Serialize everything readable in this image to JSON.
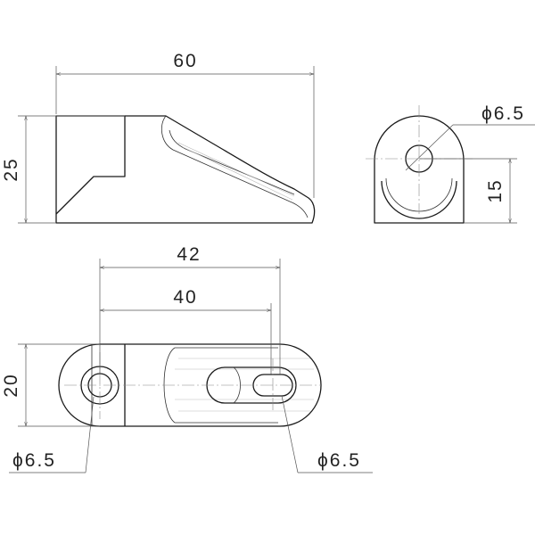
{
  "dimensions": {
    "side_length": "60",
    "side_height": "25",
    "end_height": "15",
    "end_hole_diameter": "ϕ6.5",
    "top_outer_span": "42",
    "top_inner_span": "40",
    "top_width": "20",
    "top_left_hole_diameter": "ϕ6.5",
    "top_right_hole_diameter": "ϕ6.5"
  },
  "colors": {
    "line": "#1a1a1a",
    "dimension": "#555555",
    "centerline": "#888888",
    "background": "#ffffff"
  }
}
